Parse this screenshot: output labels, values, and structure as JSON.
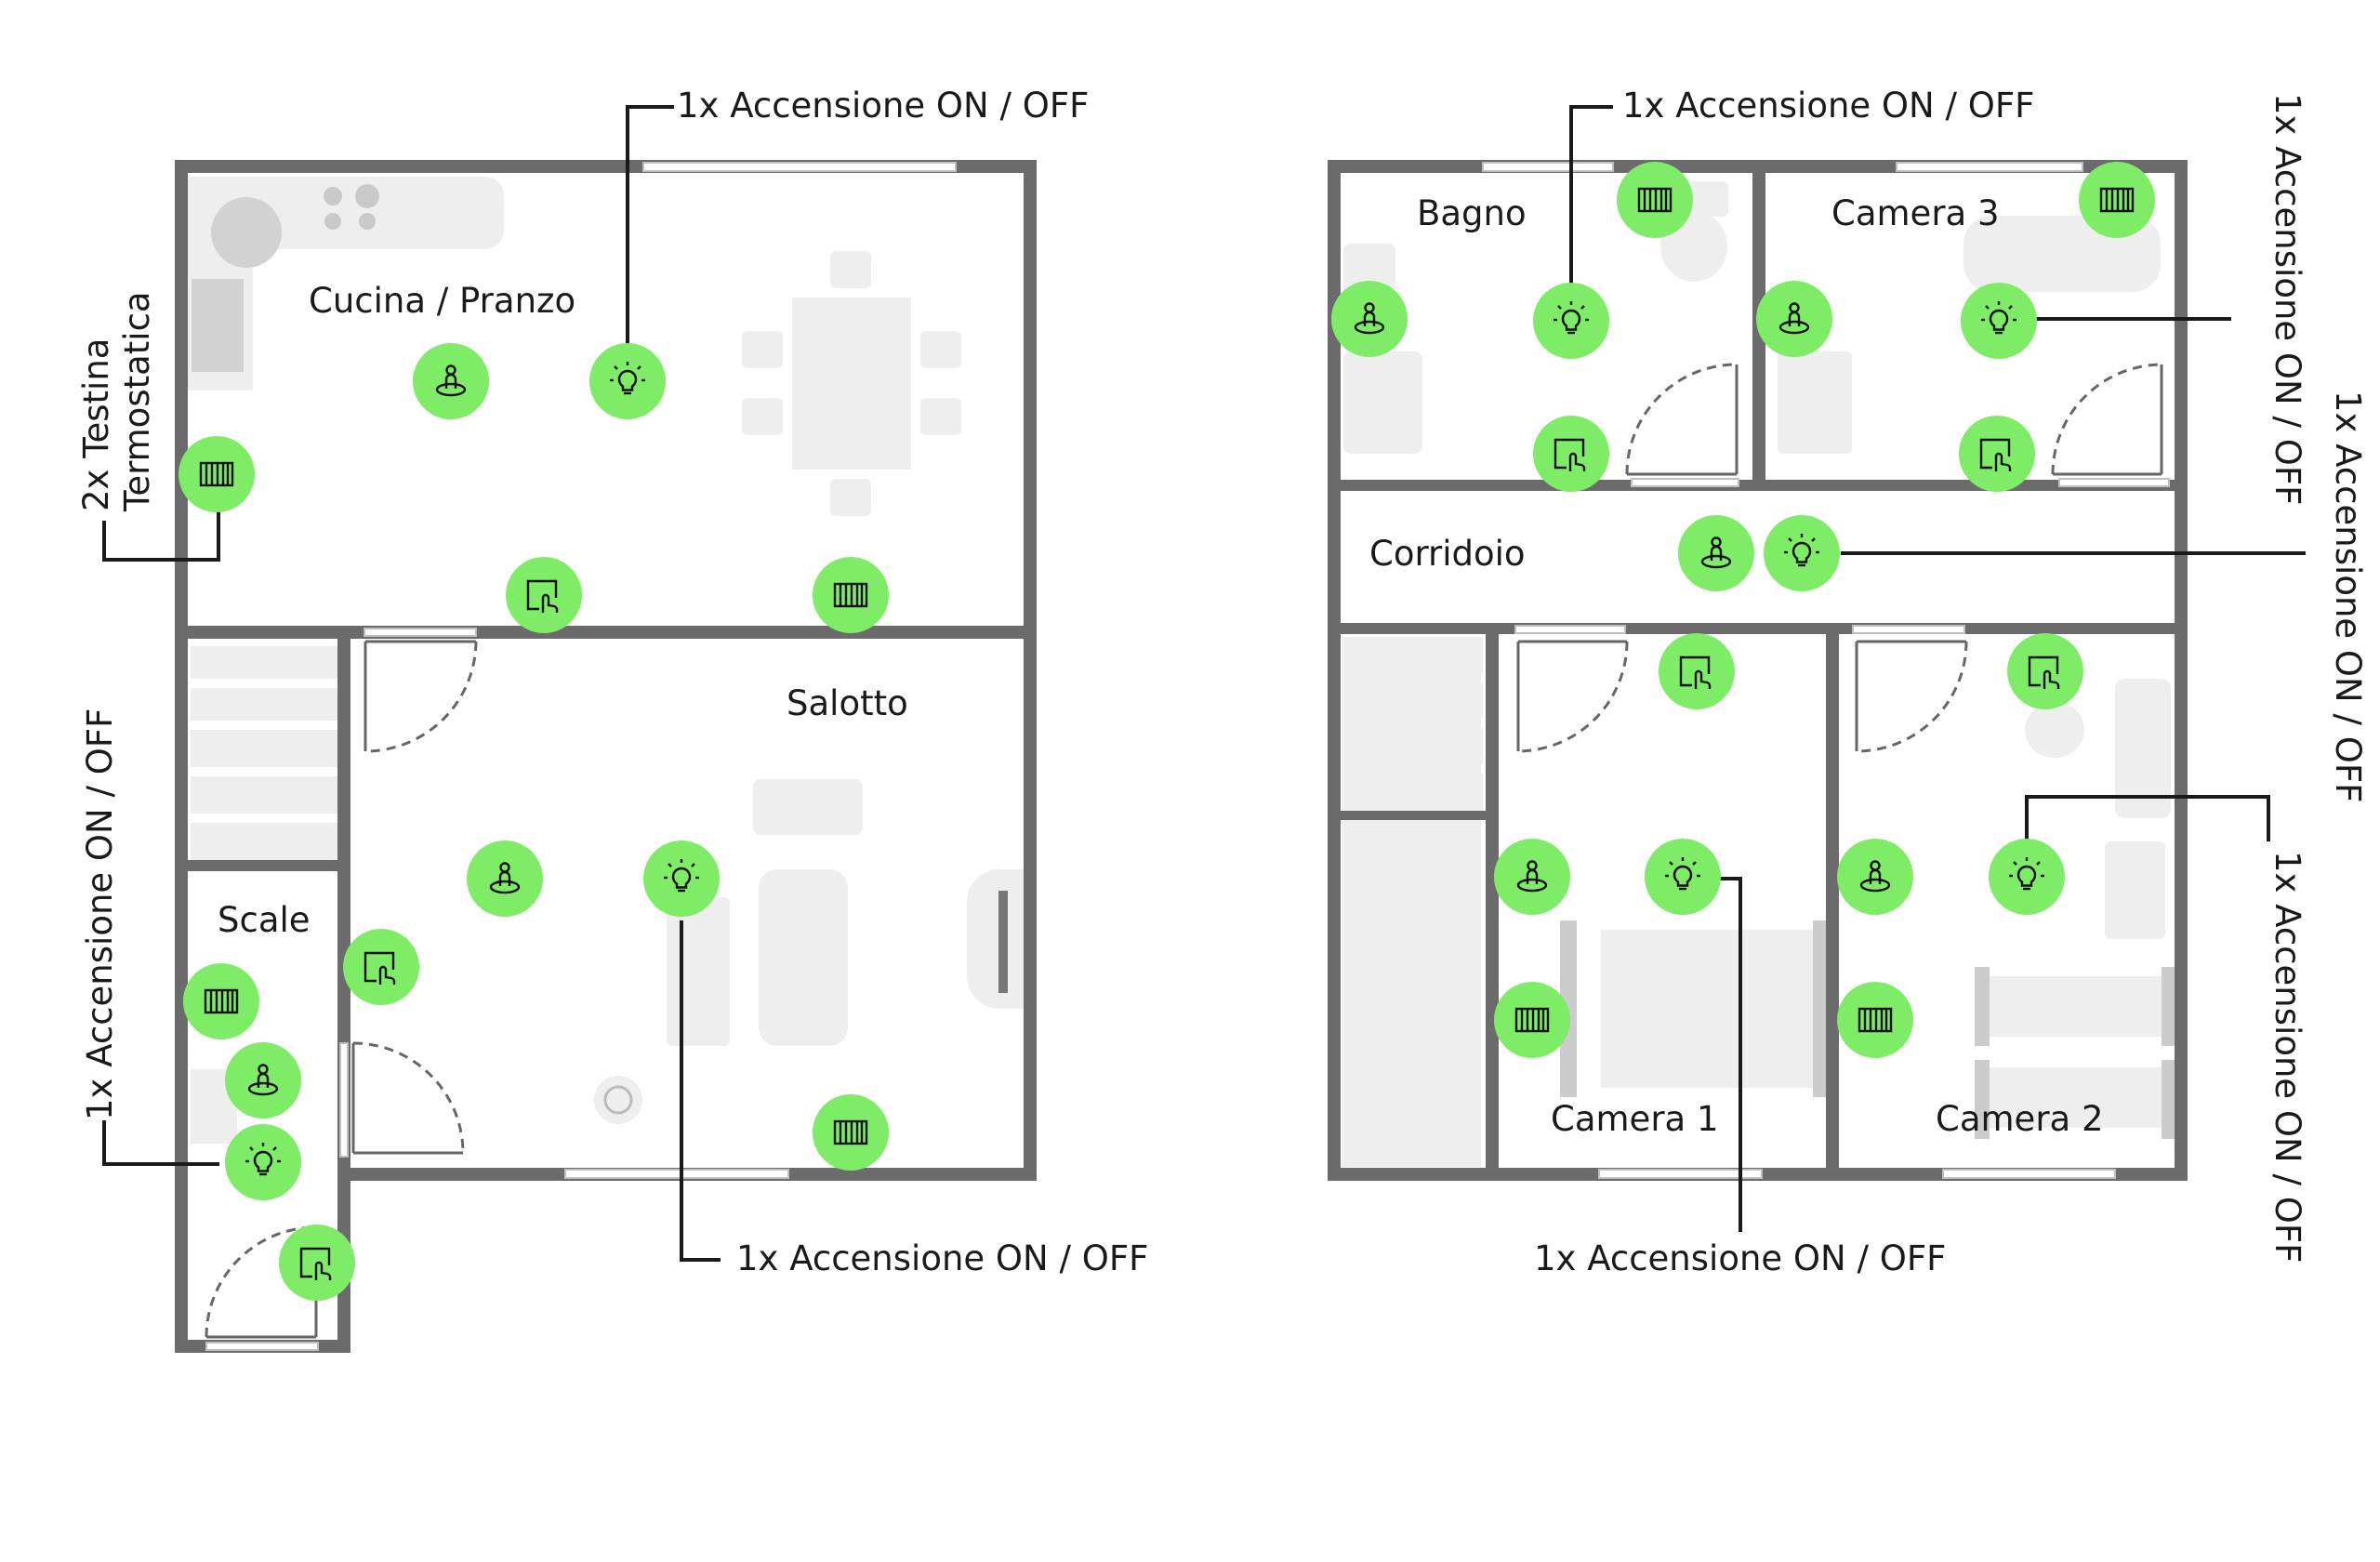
{
  "colors": {
    "device_fill": "#7fec68",
    "wall": "#6b6b6b",
    "furniture": "#eeeeee",
    "line": "#1a1a1a"
  },
  "rooms": {
    "cucina": "Cucina / Pranzo",
    "salotto": "Salotto",
    "scale": "Scale",
    "bagno": "Bagno",
    "camera3": "Camera 3",
    "corridoio": "Corridoio",
    "camera1": "Camera 1",
    "camera2": "Camera 2"
  },
  "callouts": {
    "cucina_light": "1x Accensione ON / OFF",
    "cucina_thermo_l1": "2x Testina",
    "cucina_thermo_l2": "Termostatica",
    "scale_light": "1x Accensione ON / OFF",
    "salotto_light": "1x Accensione ON / OFF",
    "bagno_light": "1x Accensione ON / OFF",
    "camera3_light": "1x Accensione  ON / OFF",
    "corridoio_light": "1x Accensione ON / OFF",
    "camera2_light": "1x Accensione ON / OFF",
    "camera1_light": "1x Accensione ON / OFF"
  },
  "icon_types": [
    "radiator-icon",
    "presence-sensor-icon",
    "light-bulb-icon",
    "touch-panel-icon"
  ]
}
